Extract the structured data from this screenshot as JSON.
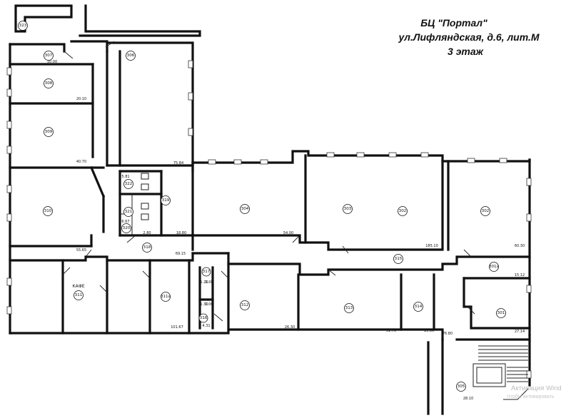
{
  "header": {
    "title_line1": "БЦ \"Портал\"",
    "title_line2": "ул.Лифляндская, д.6, лит.М",
    "title_line3": "3 этаж"
  },
  "labels": {
    "cafe": "КАФЕ"
  },
  "rooms": [
    {
      "id": "323"
    },
    {
      "id": "307"
    },
    {
      "id": "306"
    },
    {
      "id": "308"
    },
    {
      "id": "309"
    },
    {
      "id": "322"
    },
    {
      "id": "321"
    },
    {
      "id": "320"
    },
    {
      "id": "319"
    },
    {
      "id": "310"
    },
    {
      "id": "318"
    },
    {
      "id": "304"
    },
    {
      "id": "303"
    },
    {
      "id": "302"
    },
    {
      "id": "301a"
    },
    {
      "id": "315"
    },
    {
      "id": "311"
    },
    {
      "id": "311a"
    },
    {
      "id": "317"
    },
    {
      "id": "316"
    },
    {
      "id": "312"
    },
    {
      "id": "313"
    },
    {
      "id": "314"
    },
    {
      "id": "301"
    },
    {
      "id": "305"
    },
    {
      "id": "301"
    }
  ],
  "areas": [
    "10.00",
    "20.10",
    "75.84",
    "40.70",
    "5.81",
    "6.67",
    "2.80",
    "18.80",
    "55.65",
    "69.15",
    "54.00",
    "185.10",
    "60.30",
    "15.12",
    "1.26",
    "1.08",
    "1.30",
    "1.06",
    "4.31",
    "101.67",
    "26.30",
    "51.76",
    "19.30",
    "76.80",
    "27.14",
    "28.10"
  ],
  "watermark": {
    "line1": "Активация Wind",
    "line2": "Чтобы активировать"
  }
}
